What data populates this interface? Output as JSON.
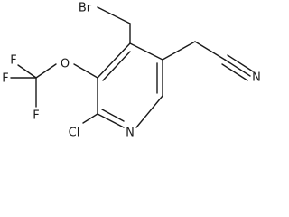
{
  "molecule": {
    "atoms": {
      "br": "Br",
      "f1": "F",
      "f2": "F",
      "f3": "F",
      "o": "O",
      "cl": "Cl",
      "n_ring": "N",
      "n_nitrile": "N"
    }
  }
}
